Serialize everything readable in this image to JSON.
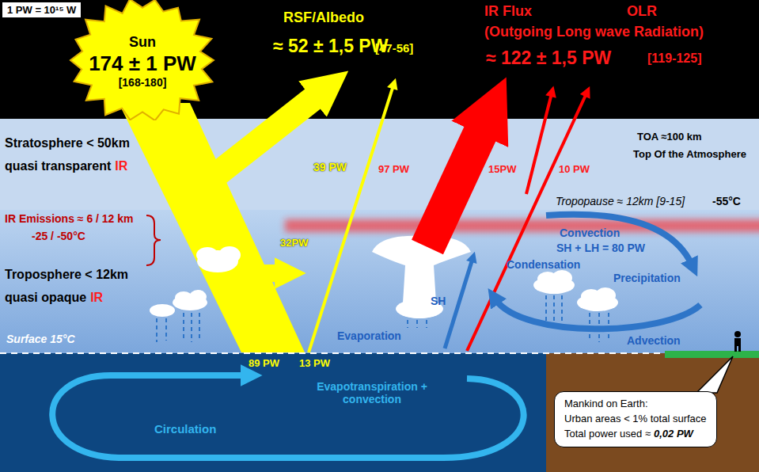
{
  "diagram": {
    "nodes": [
      {
        "text": [
          "1 PW = 10¹⁵ W"
        ]
      },
      {
        "text": [
          "Sun",
          "174 ± 1 PW",
          "[168-180]"
        ]
      },
      {
        "text": [
          "Mankind on Earth:",
          "Urban areas < 1% total surface",
          "Total power used ≈",
          "0,02 PW"
        ]
      }
    ],
    "labels": [
      "RSF/Albedo",
      "≈ 52 ± 1,5 PW",
      "[47-56]",
      "IR Flux",
      "OLR",
      "(Outgoing Long wave Radiation)",
      "≈ 122 ± 1,5 PW",
      "[119-125]",
      "TOA ≈100 km",
      "Top Of the Atmosphere",
      "Stratosphere < 50km",
      "quasi transparent",
      "IR",
      "39 PW",
      "97 PW",
      "15PW",
      "10 PW",
      "Tropopause ≈ 12km [9-15]",
      "-55°C",
      "IR Emissions ≈ 6 / 12 km",
      "-25 / -50°C",
      "Troposphere < 12km",
      "quasi opaque",
      "IR",
      "32PW",
      "Convection",
      "SH + LH = 80 PW",
      "Condensation",
      "Precipitation",
      "SH",
      "Evaporation",
      "Advection",
      "Surface 15°C",
      "89 PW",
      "13 PW",
      "Evapotranspiration + convection",
      "Circulation"
    ]
  }
}
